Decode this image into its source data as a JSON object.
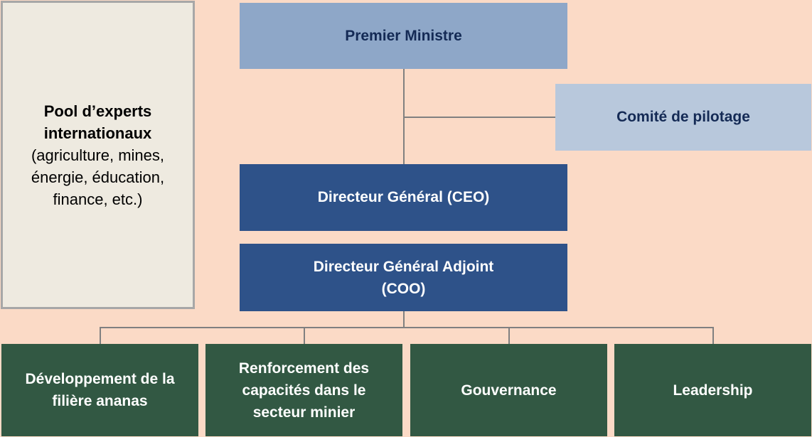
{
  "pool": {
    "title_line1": "Pool d’experts",
    "title_line2": "internationaux",
    "desc_line1": "(agriculture, mines,",
    "desc_line2": "énergie, éducation,",
    "desc_line3": "finance, etc.)"
  },
  "premier_ministre": "Premier Ministre",
  "comite_pilotage": "Comité de pilotage",
  "directeur_general": "Directeur Général (CEO)",
  "directeur_adjoint": {
    "line1": "Directeur Général Adjoint",
    "line2": "(COO)"
  },
  "branches": [
    {
      "line1": "Développement de la",
      "line2": "filière ananas",
      "line3": ""
    },
    {
      "line1": "Renforcement des",
      "line2": "capacités dans le",
      "line3": "secteur minier"
    },
    {
      "line1": "Gouvernance",
      "line2": "",
      "line3": ""
    },
    {
      "line1": "Leadership",
      "line2": "",
      "line3": ""
    }
  ],
  "colors": {
    "background": "#fbdac6",
    "premier_ministre": "#8ea7c8",
    "comite": "#b8c8dc",
    "direction": "#2e5289",
    "branches": "#325843",
    "pool": "#eeeae0"
  }
}
